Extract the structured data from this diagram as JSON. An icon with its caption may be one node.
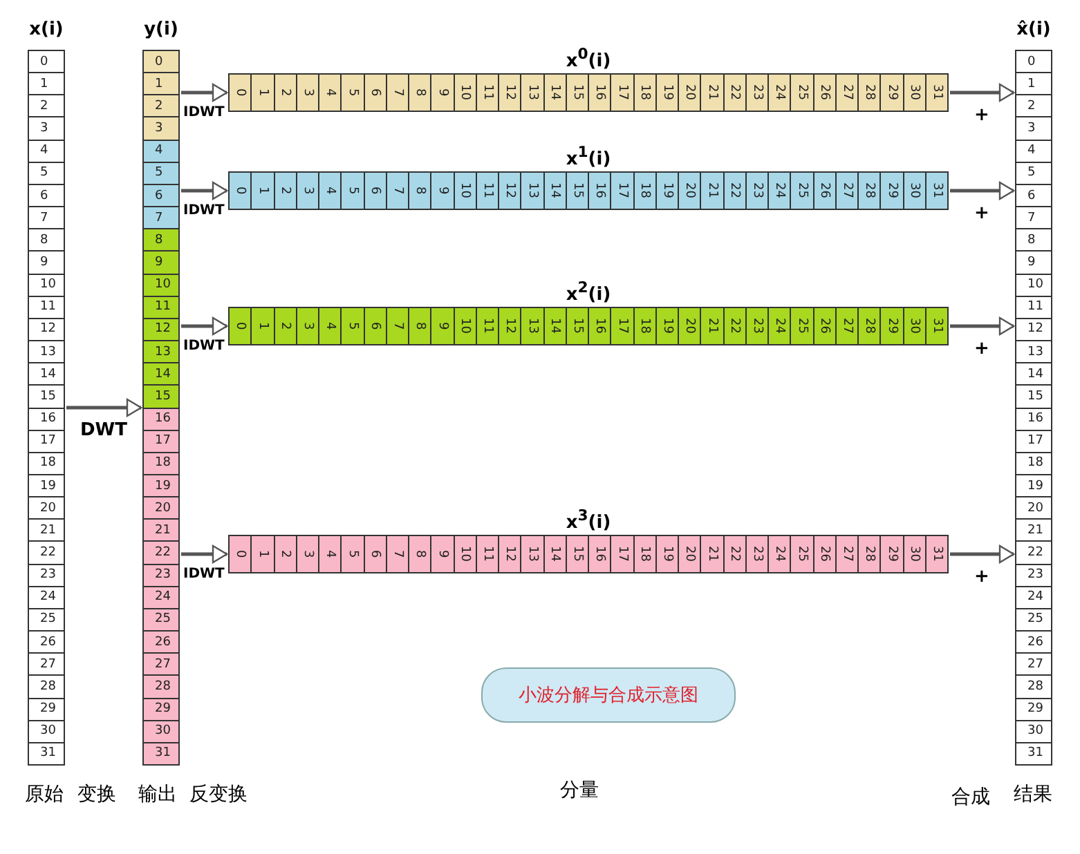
{
  "diagram": {
    "nodes": [
      {
        "text": [
          "x(i)"
        ]
      },
      {
        "text": [
          "0"
        ],
        "in": 0
      },
      {
        "text": [
          "1"
        ],
        "in": 0
      },
      {
        "text": [
          "2"
        ],
        "in": 0
      },
      {
        "text": [
          "3"
        ],
        "in": 0
      },
      {
        "text": [
          "4"
        ],
        "in": 0
      },
      {
        "text": [
          "5"
        ],
        "in": 0
      },
      {
        "text": [
          "6"
        ],
        "in": 0
      },
      {
        "text": [
          "7"
        ],
        "in": 0
      },
      {
        "text": [
          "8"
        ],
        "in": 0
      },
      {
        "text": [
          "9"
        ],
        "in": 0
      },
      {
        "text": [
          "10"
        ],
        "in": 0
      },
      {
        "text": [
          "11"
        ],
        "in": 0
      },
      {
        "text": [
          "12"
        ],
        "in": 0
      },
      {
        "text": [
          "13"
        ],
        "in": 0
      },
      {
        "text": [
          "14"
        ],
        "in": 0
      },
      {
        "text": [
          "15"
        ],
        "in": 0
      },
      {
        "text": [
          "16"
        ],
        "in": 0
      },
      {
        "text": [
          "17"
        ],
        "in": 0
      },
      {
        "text": [
          "18"
        ],
        "in": 0
      },
      {
        "text": [
          "19"
        ],
        "in": 0
      },
      {
        "text": [
          "20"
        ],
        "in": 0
      },
      {
        "text": [
          "21"
        ],
        "in": 0
      },
      {
        "text": [
          "22"
        ],
        "in": 0
      },
      {
        "text": [
          "23"
        ],
        "in": 0
      },
      {
        "text": [
          "24"
        ],
        "in": 0
      },
      {
        "text": [
          "25"
        ],
        "in": 0
      },
      {
        "text": [
          "26"
        ],
        "in": 0
      },
      {
        "text": [
          "27"
        ],
        "in": 0
      },
      {
        "text": [
          "28"
        ],
        "in": 0
      },
      {
        "text": [
          "29"
        ],
        "in": 0
      },
      {
        "text": [
          "30"
        ],
        "in": 0
      },
      {
        "text": [
          "31"
        ],
        "in": 0
      },
      {
        "text": [
          "y(i)"
        ]
      },
      {
        "text": [
          "0"
        ],
        "in": 33
      },
      {
        "text": [
          "1"
        ],
        "in": 33
      },
      {
        "text": [
          "2"
        ],
        "in": 33
      },
      {
        "text": [
          "3"
        ],
        "in": 33
      },
      {
        "text": [
          "4"
        ],
        "in": 33
      },
      {
        "text": [
          "5"
        ],
        "in": 33
      },
      {
        "text": [
          "6"
        ],
        "in": 33
      },
      {
        "text": [
          "7"
        ],
        "in": 33
      },
      {
        "text": [
          "8"
        ],
        "in": 33
      },
      {
        "text": [
          "9"
        ],
        "in": 33
      },
      {
        "text": [
          "10"
        ],
        "in": 33
      },
      {
        "text": [
          "11"
        ],
        "in": 33
      },
      {
        "text": [
          "12"
        ],
        "in": 33
      },
      {
        "text": [
          "13"
        ],
        "in": 33
      },
      {
        "text": [
          "14"
        ],
        "in": 33
      },
      {
        "text": [
          "15"
        ],
        "in": 33
      },
      {
        "text": [
          "16"
        ],
        "in": 33
      },
      {
        "text": [
          "17"
        ],
        "in": 33
      },
      {
        "text": [
          "18"
        ],
        "in": 33
      },
      {
        "text": [
          "19"
        ],
        "in": 33
      },
      {
        "text": [
          "20"
        ],
        "in": 33
      },
      {
        "text": [
          "21"
        ],
        "in": 33
      },
      {
        "text": [
          "22"
        ],
        "in": 33
      },
      {
        "text": [
          "23"
        ],
        "in": 33
      },
      {
        "text": [
          "24"
        ],
        "in": 33
      },
      {
        "text": [
          "25"
        ],
        "in": 33
      },
      {
        "text": [
          "26"
        ],
        "in": 33
      },
      {
        "text": [
          "27"
        ],
        "in": 33
      },
      {
        "text": [
          "28"
        ],
        "in": 33
      },
      {
        "text": [
          "29"
        ],
        "in": 33
      },
      {
        "text": [
          "30"
        ],
        "in": 33
      },
      {
        "text": [
          "31"
        ],
        "in": 33
      },
      {
        "text": [
          "x$^{0}$(i)"
        ]
      },
      {
        "text": [
          "0"
        ],
        "in": 66
      },
      {
        "text": [
          "1"
        ],
        "in": 66
      },
      {
        "text": [
          "2"
        ],
        "in": 66
      },
      {
        "text": [
          "3"
        ],
        "in": 66
      },
      {
        "text": [
          "4"
        ],
        "in": 66
      },
      {
        "text": [
          "5"
        ],
        "in": 66
      },
      {
        "text": [
          "6"
        ],
        "in": 66
      },
      {
        "text": [
          "7"
        ],
        "in": 66
      },
      {
        "text": [
          "8"
        ],
        "in": 66
      },
      {
        "text": [
          "9"
        ],
        "in": 66
      },
      {
        "text": [
          "10"
        ],
        "in": 66
      },
      {
        "text": [
          "11"
        ],
        "in": 66
      },
      {
        "text": [
          "12"
        ],
        "in": 66
      },
      {
        "text": [
          "13"
        ],
        "in": 66
      },
      {
        "text": [
          "14"
        ],
        "in": 66
      },
      {
        "text": [
          "15"
        ],
        "in": 66
      },
      {
        "text": [
          "16"
        ],
        "in": 66
      },
      {
        "text": [
          "17"
        ],
        "in": 66
      },
      {
        "text": [
          "18"
        ],
        "in": 66
      },
      {
        "text": [
          "19"
        ],
        "in": 66
      },
      {
        "text": [
          "20"
        ],
        "in": 66
      },
      {
        "text": [
          "21"
        ],
        "in": 66
      },
      {
        "text": [
          "22"
        ],
        "in": 66
      },
      {
        "text": [
          "23"
        ],
        "in": 66
      },
      {
        "text": [
          "24"
        ],
        "in": 66
      },
      {
        "text": [
          "25"
        ],
        "in": 66
      },
      {
        "text": [
          "26"
        ],
        "in": 66
      },
      {
        "text": [
          "27"
        ],
        "in": 66
      },
      {
        "text": [
          "28"
        ],
        "in": 66
      },
      {
        "text": [
          "29"
        ],
        "in": 66
      },
      {
        "text": [
          "30"
        ],
        "in": 66
      },
      {
        "text": [
          "31"
        ],
        "in": 66
      },
      {
        "text": [
          "x$^{1}$(i)"
        ]
      },
      {
        "text": [
          "0"
        ],
        "in": 99
      },
      {
        "text": [
          "1"
        ],
        "in": 99
      },
      {
        "text": [
          "2"
        ],
        "in": 99
      },
      {
        "text": [
          "3"
        ],
        "in": 99
      },
      {
        "text": [
          "4"
        ],
        "in": 99
      },
      {
        "text": [
          "5"
        ],
        "in": 99
      },
      {
        "text": [
          "6"
        ],
        "in": 99
      },
      {
        "text": [
          "7"
        ],
        "in": 99
      },
      {
        "text": [
          "8"
        ],
        "in": 99
      },
      {
        "text": [
          "9"
        ],
        "in": 99
      },
      {
        "text": [
          "10"
        ],
        "in": 99
      },
      {
        "text": [
          "11"
        ],
        "in": 99
      },
      {
        "text": [
          "12"
        ],
        "in": 99
      },
      {
        "text": [
          "13"
        ],
        "in": 99
      },
      {
        "text": [
          "14"
        ],
        "in": 99
      },
      {
        "text": [
          "15"
        ],
        "in": 99
      },
      {
        "text": [
          "16"
        ],
        "in": 99
      },
      {
        "text": [
          "17"
        ],
        "in": 99
      },
      {
        "text": [
          "18"
        ],
        "in": 99
      },
      {
        "text": [
          "19"
        ],
        "in": 99
      },
      {
        "text": [
          "20"
        ],
        "in": 99
      },
      {
        "text": [
          "21"
        ],
        "in": 99
      },
      {
        "text": [
          "22"
        ],
        "in": 99
      },
      {
        "text": [
          "23"
        ],
        "in": 99
      },
      {
        "text": [
          "24"
        ],
        "in": 99
      },
      {
        "text": [
          "25"
        ],
        "in": 99
      },
      {
        "text": [
          "26"
        ],
        "in": 99
      },
      {
        "text": [
          "27"
        ],
        "in": 99
      },
      {
        "text": [
          "28"
        ],
        "in": 99
      },
      {
        "text": [
          "29"
        ],
        "in": 99
      },
      {
        "text": [
          "30"
        ],
        "in": 99
      },
      {
        "text": [
          "31"
        ],
        "in": 99
      },
      {
        "text": [
          "x$^{2}$(i)"
        ]
      },
      {
        "text": [
          "0"
        ],
        "in": 132
      },
      {
        "text": [
          "1"
        ],
        "in": 132
      },
      {
        "text": [
          "2"
        ],
        "in": 132
      },
      {
        "text": [
          "3"
        ],
        "in": 132
      },
      {
        "text": [
          "4"
        ],
        "in": 132
      },
      {
        "text": [
          "5"
        ],
        "in": 132
      },
      {
        "text": [
          "6"
        ],
        "in": 132
      },
      {
        "text": [
          "7"
        ],
        "in": 132
      },
      {
        "text": [
          "8"
        ],
        "in": 132
      },
      {
        "text": [
          "9"
        ],
        "in": 132
      },
      {
        "text": [
          "10"
        ],
        "in": 132
      },
      {
        "text": [
          "11"
        ],
        "in": 132
      },
      {
        "text": [
          "12"
        ],
        "in": 132
      },
      {
        "text": [
          "13"
        ],
        "in": 132
      },
      {
        "text": [
          "14"
        ],
        "in": 132
      },
      {
        "text": [
          "15"
        ],
        "in": 132
      },
      {
        "text": [
          "16"
        ],
        "in": 132
      },
      {
        "text": [
          "17"
        ],
        "in": 132
      },
      {
        "text": [
          "18"
        ],
        "in": 132
      },
      {
        "text": [
          "19"
        ],
        "in": 132
      },
      {
        "text": [
          "20"
        ],
        "in": 132
      },
      {
        "text": [
          "21"
        ],
        "in": 132
      },
      {
        "text": [
          "22"
        ],
        "in": 132
      },
      {
        "text": [
          "23"
        ],
        "in": 132
      },
      {
        "text": [
          "24"
        ],
        "in": 132
      },
      {
        "text": [
          "25"
        ],
        "in": 132
      },
      {
        "text": [
          "26"
        ],
        "in": 132
      },
      {
        "text": [
          "27"
        ],
        "in": 132
      },
      {
        "text": [
          "28"
        ],
        "in": 132
      },
      {
        "text": [
          "29"
        ],
        "in": 132
      },
      {
        "text": [
          "30"
        ],
        "in": 132
      },
      {
        "text": [
          "31"
        ],
        "in": 132
      },
      {
        "text": [
          "x$^{3}$(i)"
        ]
      },
      {
        "text": [
          "0"
        ],
        "in": 165
      },
      {
        "text": [
          "1"
        ],
        "in": 165
      },
      {
        "text": [
          "2"
        ],
        "in": 165
      },
      {
        "text": [
          "3"
        ],
        "in": 165
      },
      {
        "text": [
          "4"
        ],
        "in": 165
      },
      {
        "text": [
          "5"
        ],
        "in": 165
      },
      {
        "text": [
          "6"
        ],
        "in": 165
      },
      {
        "text": [
          "7"
        ],
        "in": 165
      },
      {
        "text": [
          "8"
        ],
        "in": 165
      },
      {
        "text": [
          "9"
        ],
        "in": 165
      },
      {
        "text": [
          "10"
        ],
        "in": 165
      },
      {
        "text": [
          "11"
        ],
        "in": 165
      },
      {
        "text": [
          "12"
        ],
        "in": 165
      },
      {
        "text": [
          "13"
        ],
        "in": 165
      },
      {
        "text": [
          "14"
        ],
        "in": 165
      },
      {
        "text": [
          "15"
        ],
        "in": 165
      },
      {
        "text": [
          "16"
        ],
        "in": 165
      },
      {
        "text": [
          "17"
        ],
        "in": 165
      },
      {
        "text": [
          "18"
        ],
        "in": 165
      },
      {
        "text": [
          "19"
        ],
        "in": 165
      },
      {
        "text": [
          "20"
        ],
        "in": 165
      },
      {
        "text": [
          "21"
        ],
        "in": 165
      },
      {
        "text": [
          "22"
        ],
        "in": 165
      },
      {
        "text": [
          "23"
        ],
        "in": 165
      },
      {
        "text": [
          "24"
        ],
        "in": 165
      },
      {
        "text": [
          "25"
        ],
        "in": 165
      },
      {
        "text": [
          "26"
        ],
        "in": 165
      },
      {
        "text": [
          "27"
        ],
        "in": 165
      },
      {
        "text": [
          "28"
        ],
        "in": 165
      },
      {
        "text": [
          "29"
        ],
        "in": 165
      },
      {
        "text": [
          "30"
        ],
        "in": 165
      },
      {
        "text": [
          "31"
        ],
        "in": 165
      },
      {
        "text": [
          "x̂(i)"
        ]
      },
      {
        "text": [
          "0"
        ],
        "in": 198
      },
      {
        "text": [
          "1"
        ],
        "in": 198
      },
      {
        "text": [
          "2"
        ],
        "in": 198
      },
      {
        "text": [
          "3"
        ],
        "in": 198
      },
      {
        "text": [
          "4"
        ],
        "in": 198
      },
      {
        "text": [
          "5"
        ],
        "in": 198
      },
      {
        "text": [
          "6"
        ],
        "in": 198
      },
      {
        "text": [
          "7"
        ],
        "in": 198
      },
      {
        "text": [
          "8"
        ],
        "in": 198
      },
      {
        "text": [
          "9"
        ],
        "in": 198
      },
      {
        "text": [
          "10"
        ],
        "in": 198
      },
      {
        "text": [
          "11"
        ],
        "in": 198
      },
      {
        "text": [
          "12"
        ],
        "in": 198
      },
      {
        "text": [
          "13"
        ],
        "in": 198
      },
      {
        "text": [
          "14"
        ],
        "in": 198
      },
      {
        "text": [
          "15"
        ],
        "in": 198
      },
      {
        "text": [
          "16"
        ],
        "in": 198
      },
      {
        "text": [
          "17"
        ],
        "in": 198
      },
      {
        "text": [
          "18"
        ],
        "in": 198
      },
      {
        "text": [
          "19"
        ],
        "in": 198
      },
      {
        "text": [
          "20"
        ],
        "in": 198
      },
      {
        "text": [
          "21"
        ],
        "in": 198
      },
      {
        "text": [
          "22"
        ],
        "in": 198
      },
      {
        "text": [
          "23"
        ],
        "in": 198
      },
      {
        "text": [
          "24"
        ],
        "in": 198
      },
      {
        "text": [
          "25"
        ],
        "in": 198
      },
      {
        "text": [
          "26"
        ],
        "in": 198
      },
      {
        "text": [
          "27"
        ],
        "in": 198
      },
      {
        "text": [
          "28"
        ],
        "in": 198
      },
      {
        "text": [
          "29"
        ],
        "in": 198
      },
      {
        "text": [
          "30"
        ],
        "in": 198
      },
      {
        "text": [
          "31"
        ],
        "in": 198
      },
      {
        "text": [
          "小波分解与合成示意图"
        ]
      }
    ],
    "edges": [
      {
        "from": 0,
        "to": 33,
        "arrow": "to",
        "label": "DWT"
      },
      {
        "from": 33,
        "to": 66,
        "arrow": "to",
        "label": "IDWT"
      },
      {
        "from": 33,
        "to": 99,
        "arrow": "to",
        "label": "IDWT"
      },
      {
        "from": 33,
        "to": 132,
        "arrow": "to",
        "label": "IDWT"
      },
      {
        "from": 33,
        "to": 165,
        "arrow": "to",
        "label": "IDWT"
      },
      {
        "from": 66,
        "to": 198,
        "arrow": "to",
        "label": "+"
      },
      {
        "from": 99,
        "to": 198,
        "arrow": "to",
        "label": "+"
      },
      {
        "from": 132,
        "to": 198,
        "arrow": "to",
        "label": "+"
      },
      {
        "from": 165,
        "to": 198,
        "arrow": "to",
        "label": "+"
      }
    ],
    "labels": [
      "原始",
      "变换",
      "输出",
      "反变换",
      "分量",
      "合成",
      "结果"
    ]
  }
}
